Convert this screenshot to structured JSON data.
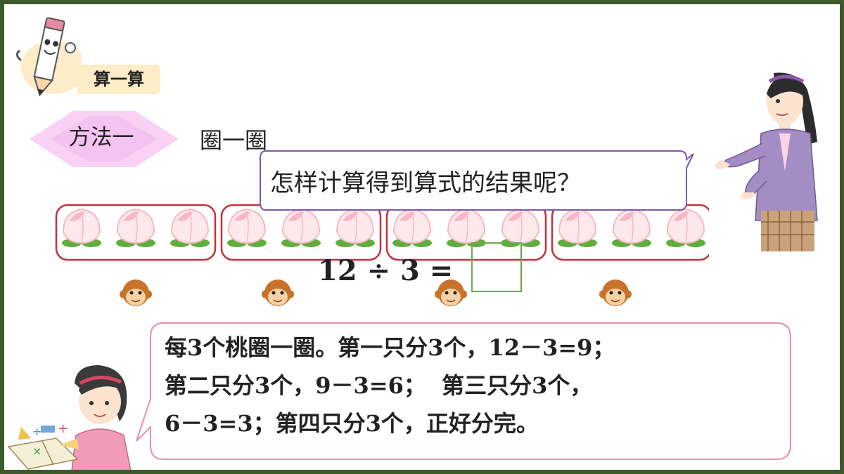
{
  "header": {
    "section_label": "算一算"
  },
  "method": {
    "label": "方法一",
    "name": "圈一圈"
  },
  "question": "怎样计算得到算式的结果呢？",
  "equation": {
    "expression": "12 ÷ 3 =",
    "answer": ""
  },
  "groups": {
    "count": 4,
    "peaches_per_group": 3
  },
  "explanation": {
    "lines": [
      "每3个桃圈一圈。第一只分3个，12－3=9；",
      "第二只分3个，9－3=6；  第三只分3个，",
      "6－3=3；第四只分3个，正好分完。"
    ]
  },
  "icons": [
    "pencil-mascot-icon",
    "peach-icon",
    "monkey-face-icon",
    "teacher-illustration",
    "girl-illustration"
  ],
  "colors": {
    "group_outline": "#c6303e",
    "peach_pink": "#f7b8c3",
    "leaf_green": "#5fae3c",
    "answer_box": "#6aa84f",
    "method_diamond": "#f7c9f2",
    "title_tag": "#fcecc7",
    "frame": "#3d5a2a"
  }
}
